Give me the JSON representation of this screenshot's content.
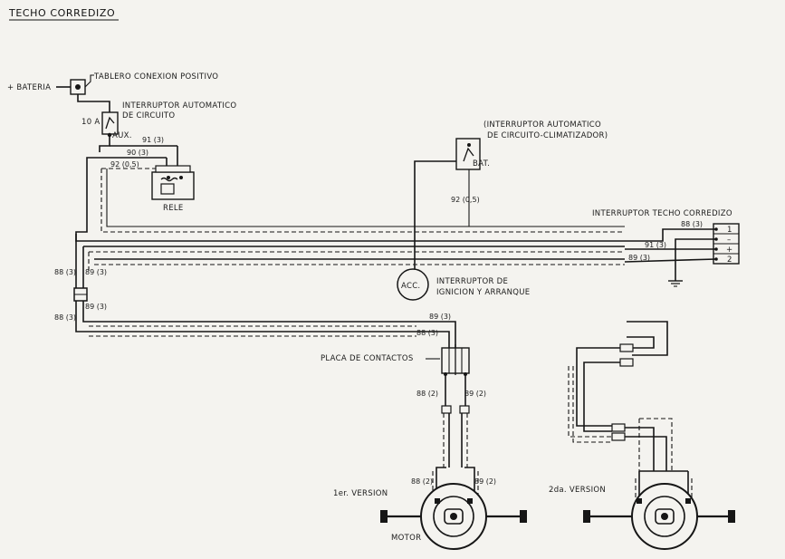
{
  "title": "TECHO CORREDIZO",
  "labels": {
    "bateria": "+ BATERIA",
    "tablero": "TABLERO CONEXION POSITIVO",
    "interruptor_auto_line1": "INTERRUPTOR AUTOMATICO",
    "interruptor_auto_line2": "DE CIRCUITO",
    "fuse_10a": "10 A",
    "aux": "AUX.",
    "rele": "RELE",
    "climatizador_line1": "(INTERRUPTOR AUTOMATICO",
    "climatizador_line2": "DE CIRCUITO-CLIMATIZADOR)",
    "bat": "BAT.",
    "interruptor_techo": "INTERRUPTOR TECHO CORREDIZO",
    "acc": "ACC.",
    "ignicion_line1": "INTERRUPTOR DE",
    "ignicion_line2": "IGNICION Y ARRANQUE",
    "placa": "PLACA DE CONTACTOS",
    "version1": "1er. VERSION",
    "version2": "2da. VERSION",
    "motor": "MOTOR"
  },
  "wires": {
    "w91_top": "91  (3)",
    "w90": "90  (3)",
    "w92_rele": "92  (0,5)",
    "w92_bat": "92  (0,5)",
    "w88_sw": "88  (3)",
    "w91_sw": "91  (3)",
    "w89_sw": "89  (3)",
    "w88_left_a": "88  (3)",
    "w89_left_a": "89  (3)",
    "w88_left_b": "88  (3)",
    "w89_left_b": "89  (3)",
    "w89_placa": "89  (3)",
    "w88_placa": "88  (3)",
    "w88_2": "88  (2)",
    "w89_2": "89  (2)",
    "w88_2_motor": "88  (2)",
    "w89_2_motor": "89  (2)"
  },
  "terminals": [
    "1",
    "–",
    "+",
    "2"
  ]
}
